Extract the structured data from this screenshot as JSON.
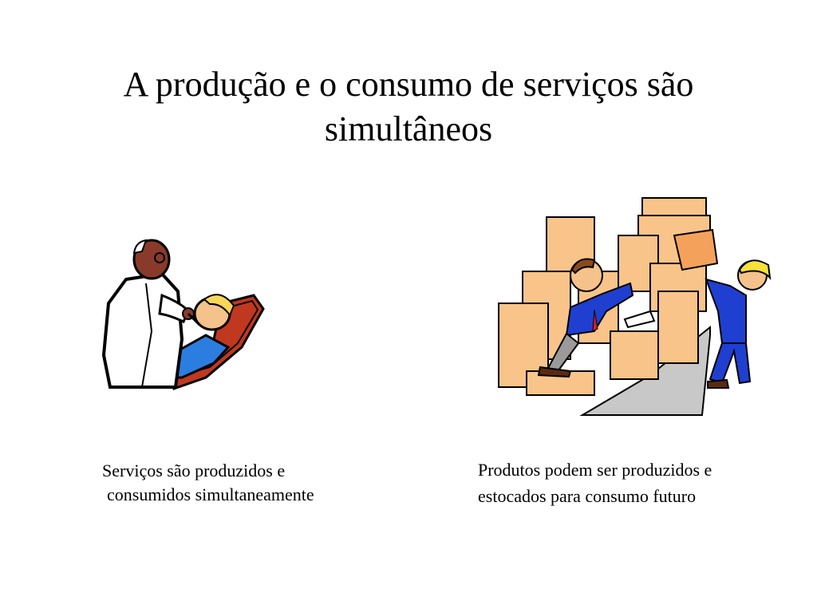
{
  "slide": {
    "title_line1": "A produção e o consumo de serviços são",
    "title_line2": "simultâneos",
    "left_caption_line1": "Serviços são produzidos e",
    "left_caption_line2": "consumidos simultaneamente",
    "right_caption_line1": "Produtos podem ser produzidos e",
    "right_caption_line2": "estocados para consumo futuro"
  },
  "illustrations": {
    "left": "dentist-patient-clipart",
    "right": "workers-stacked-boxes-clipart"
  },
  "colors": {
    "box": "#f9c48a",
    "box_dark": "#f4a25b",
    "coat": "#ffffff",
    "chair": "#c0381f",
    "blue": "#1f3fd1",
    "skin_dark": "#8a3a2a",
    "hair": "#f7d65a",
    "helmet": "#f5e23a",
    "conveyor": "#c8c8c8"
  }
}
